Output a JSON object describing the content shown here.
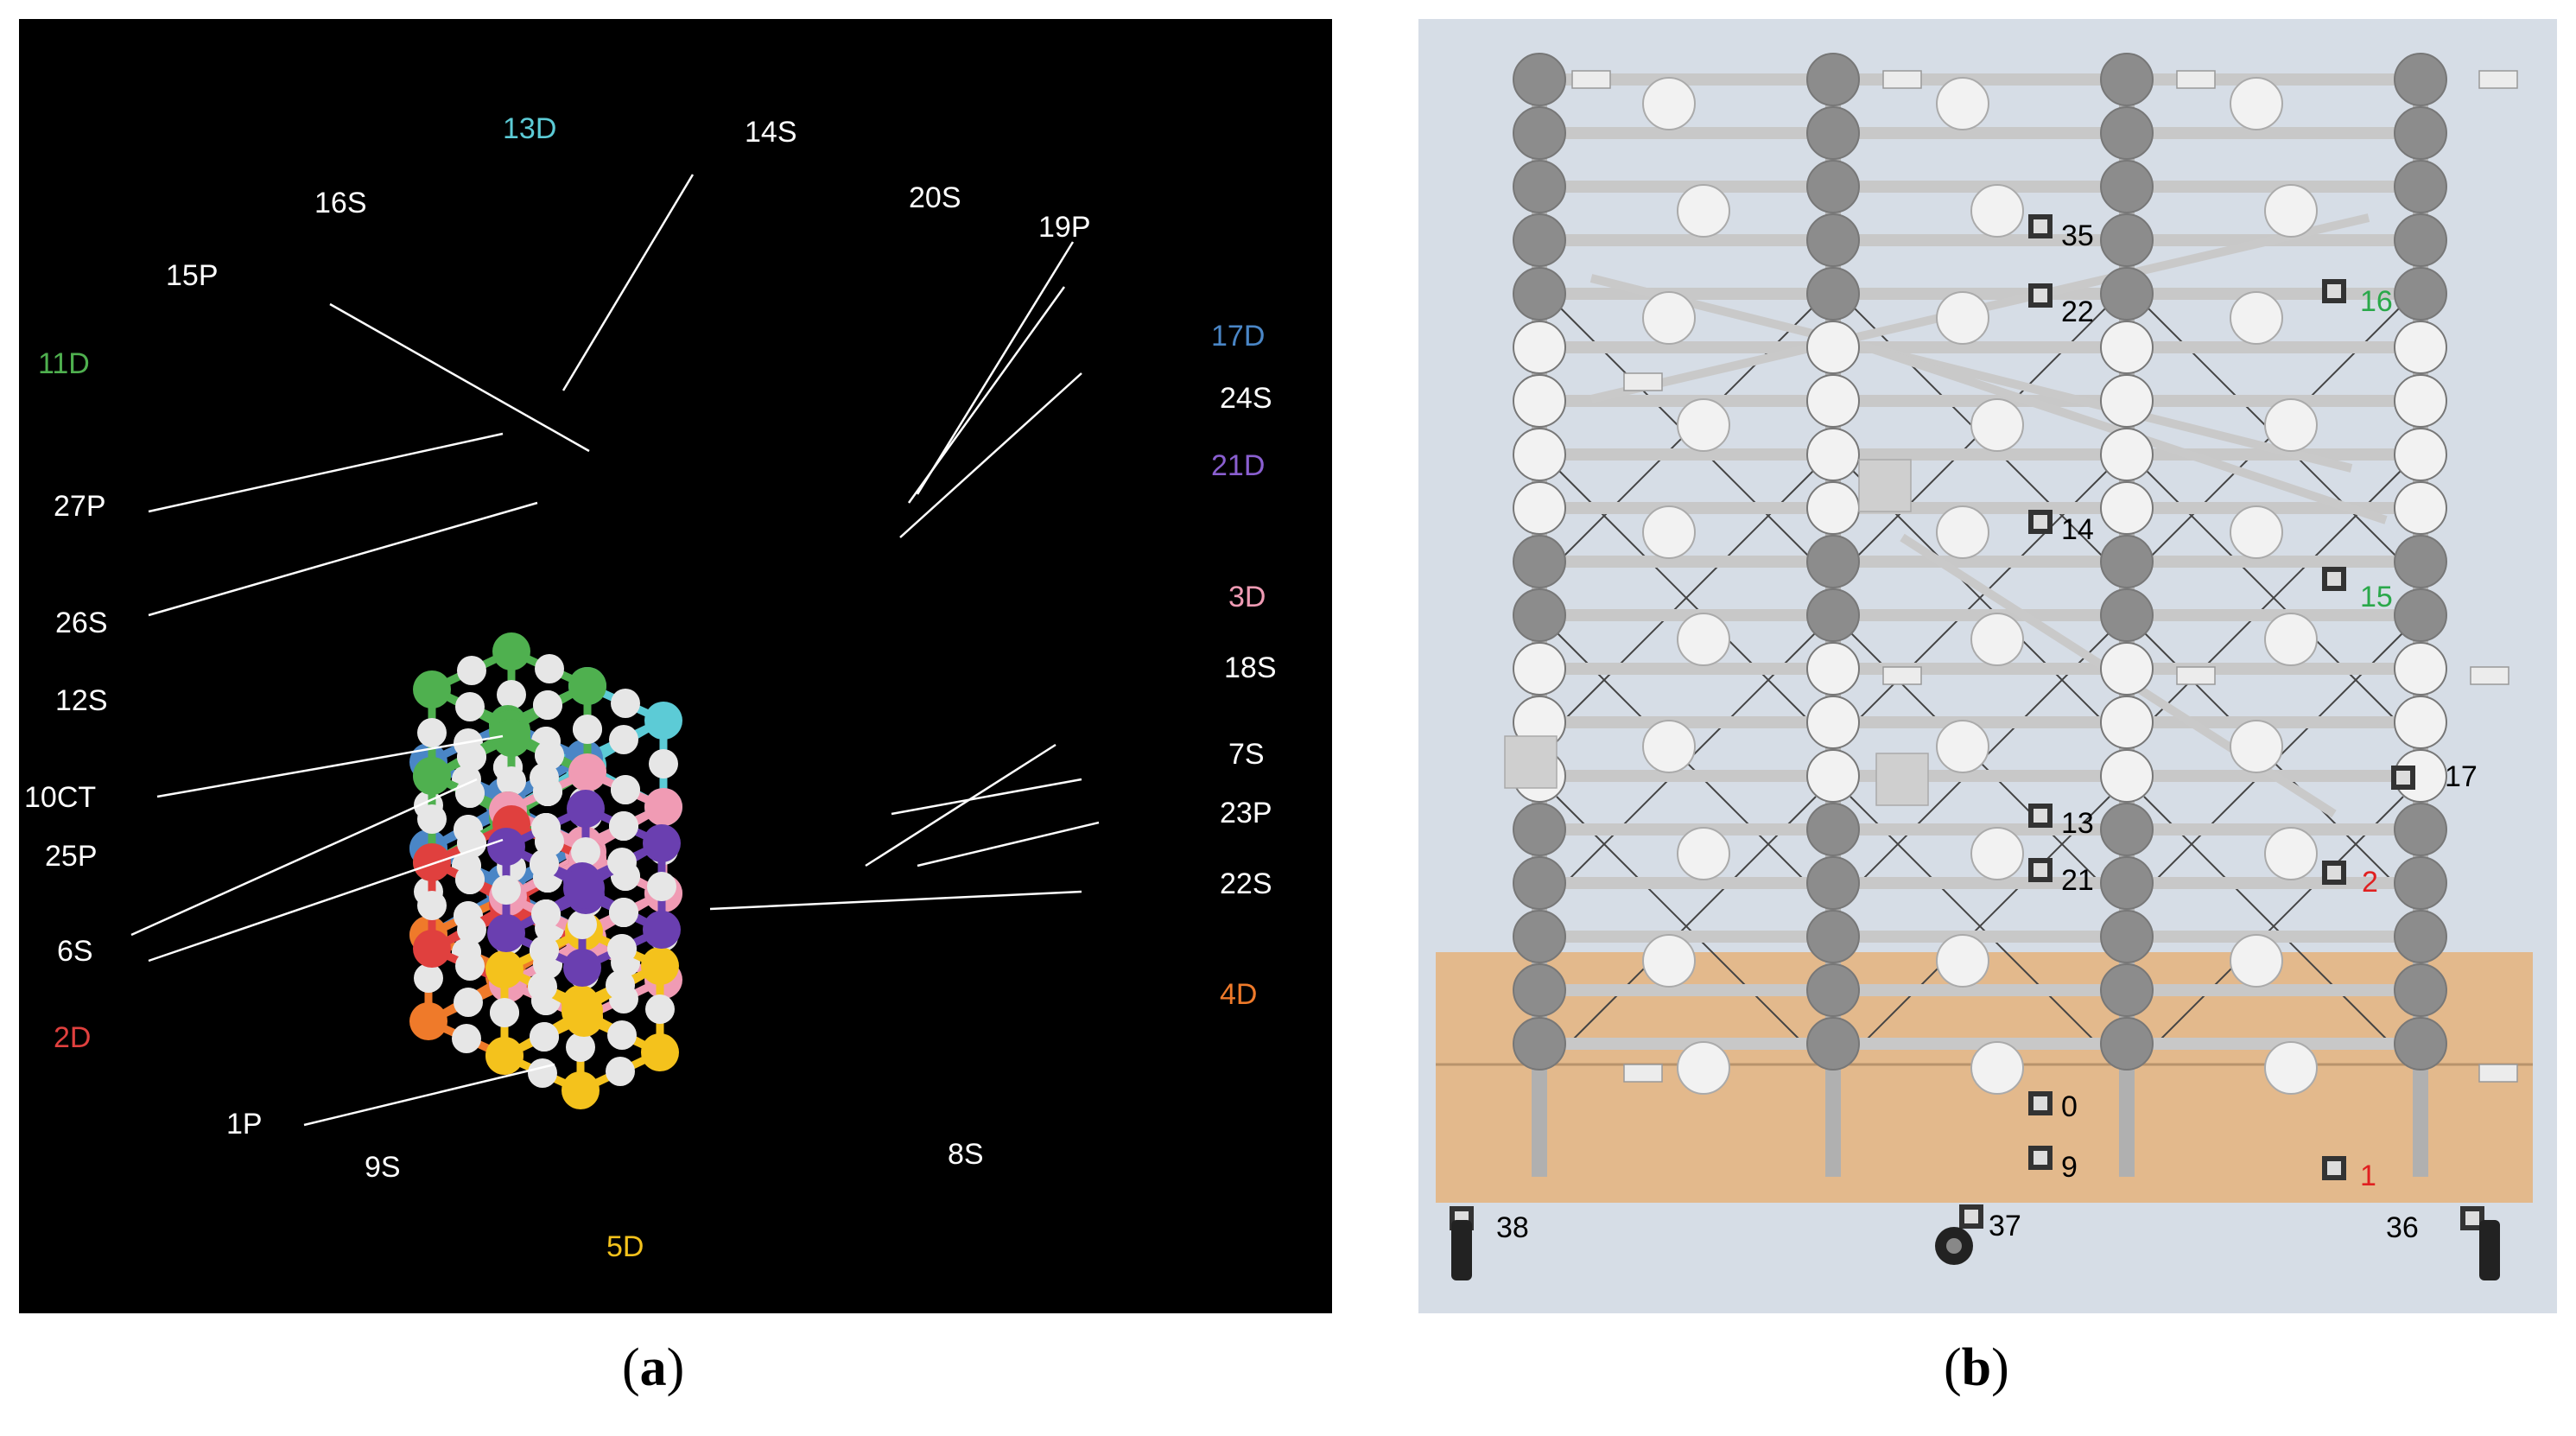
{
  "figure": {
    "caption_a": {
      "open": "(",
      "letter": "a",
      "close": ")"
    },
    "caption_b": {
      "open": "(",
      "letter": "b",
      "close": ")"
    }
  },
  "panel_a": {
    "colors": {
      "background": "#000000",
      "green": "#4fb04f",
      "cyan": "#5ccbd6",
      "blue": "#4a86c6",
      "purple": "#6a3fb0",
      "pink": "#f09bb4",
      "red": "#e0403e",
      "orange": "#ef7a2a",
      "yellow": "#f4c21c",
      "white_node": "#e6e6e6",
      "label_white": "#ffffff"
    },
    "labels": [
      {
        "id": "13D",
        "text": "13D",
        "color": "#5ccbd6"
      },
      {
        "id": "14S",
        "text": "14S",
        "color": "#ffffff"
      },
      {
        "id": "16S",
        "text": "16S",
        "color": "#ffffff"
      },
      {
        "id": "20S",
        "text": "20S",
        "color": "#ffffff"
      },
      {
        "id": "19P",
        "text": "19P",
        "color": "#ffffff"
      },
      {
        "id": "15P",
        "text": "15P",
        "color": "#ffffff"
      },
      {
        "id": "11D",
        "text": "11D",
        "color": "#4fb04f"
      },
      {
        "id": "17D",
        "text": "17D",
        "color": "#4a86c6"
      },
      {
        "id": "24S",
        "text": "24S",
        "color": "#ffffff"
      },
      {
        "id": "27P",
        "text": "27P",
        "color": "#ffffff"
      },
      {
        "id": "21D",
        "text": "21D",
        "color": "#8a5fd0"
      },
      {
        "id": "26S",
        "text": "26S",
        "color": "#ffffff"
      },
      {
        "id": "3D",
        "text": "3D",
        "color": "#f09bb4"
      },
      {
        "id": "12S",
        "text": "12S",
        "color": "#ffffff"
      },
      {
        "id": "18S",
        "text": "18S",
        "color": "#ffffff"
      },
      {
        "id": "10CT",
        "text": "10CT",
        "color": "#ffffff"
      },
      {
        "id": "7S",
        "text": "7S",
        "color": "#ffffff"
      },
      {
        "id": "23P",
        "text": "23P",
        "color": "#ffffff"
      },
      {
        "id": "25P",
        "text": "25P",
        "color": "#ffffff"
      },
      {
        "id": "22S",
        "text": "22S",
        "color": "#ffffff"
      },
      {
        "id": "6S",
        "text": "6S",
        "color": "#ffffff"
      },
      {
        "id": "4D",
        "text": "4D",
        "color": "#ef7a2a"
      },
      {
        "id": "2D",
        "text": "2D",
        "color": "#e0403e"
      },
      {
        "id": "1P",
        "text": "1P",
        "color": "#ffffff"
      },
      {
        "id": "9S",
        "text": "9S",
        "color": "#ffffff"
      },
      {
        "id": "8S",
        "text": "8S",
        "color": "#ffffff"
      },
      {
        "id": "5D",
        "text": "5D",
        "color": "#f4c21c"
      }
    ]
  },
  "panel_b": {
    "colors": {
      "background": "#d6dde6",
      "platform": "#e3b98c",
      "rod": "#c8c8c8",
      "dark_sphere": "#8c8c8c",
      "light_sphere": "#f2f2f2",
      "label_black": "#000000",
      "label_green": "#2aa84a",
      "label_red": "#e02020"
    },
    "labels": [
      {
        "id": "35",
        "text": "35",
        "color": "#000000"
      },
      {
        "id": "22",
        "text": "22",
        "color": "#000000"
      },
      {
        "id": "16",
        "text": "16",
        "color": "#2aa84a"
      },
      {
        "id": "14",
        "text": "14",
        "color": "#000000"
      },
      {
        "id": "15",
        "text": "15",
        "color": "#2aa84a"
      },
      {
        "id": "17",
        "text": "17",
        "color": "#000000"
      },
      {
        "id": "13",
        "text": "13",
        "color": "#000000"
      },
      {
        "id": "21",
        "text": "21",
        "color": "#000000"
      },
      {
        "id": "2",
        "text": "2",
        "color": "#e02020"
      },
      {
        "id": "0",
        "text": "0",
        "color": "#000000"
      },
      {
        "id": "9",
        "text": "9",
        "color": "#000000"
      },
      {
        "id": "1",
        "text": "1",
        "color": "#e02020"
      },
      {
        "id": "38",
        "text": "38",
        "color": "#000000"
      },
      {
        "id": "37",
        "text": "37",
        "color": "#000000"
      },
      {
        "id": "36",
        "text": "36",
        "color": "#000000"
      }
    ]
  }
}
